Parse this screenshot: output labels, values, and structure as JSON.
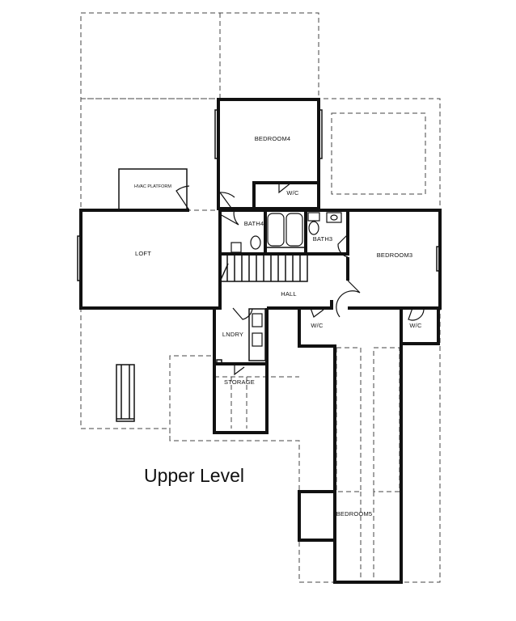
{
  "title": "Upper Level",
  "rooms": {
    "bedroom4": "BEDROOM4",
    "bedroom3": "BEDROOM3",
    "bedroom5": "BEDROOM5",
    "loft": "LOFT",
    "hall": "HALL",
    "bath4": "BATH4",
    "bath3": "BATH3",
    "laundry": "LNDRY",
    "storage": "STORAGE",
    "wic_bed4": "W/C",
    "wic_bed3": "W/C",
    "wic_left": "W/C",
    "hvac": "HVAC PLATFORM"
  }
}
